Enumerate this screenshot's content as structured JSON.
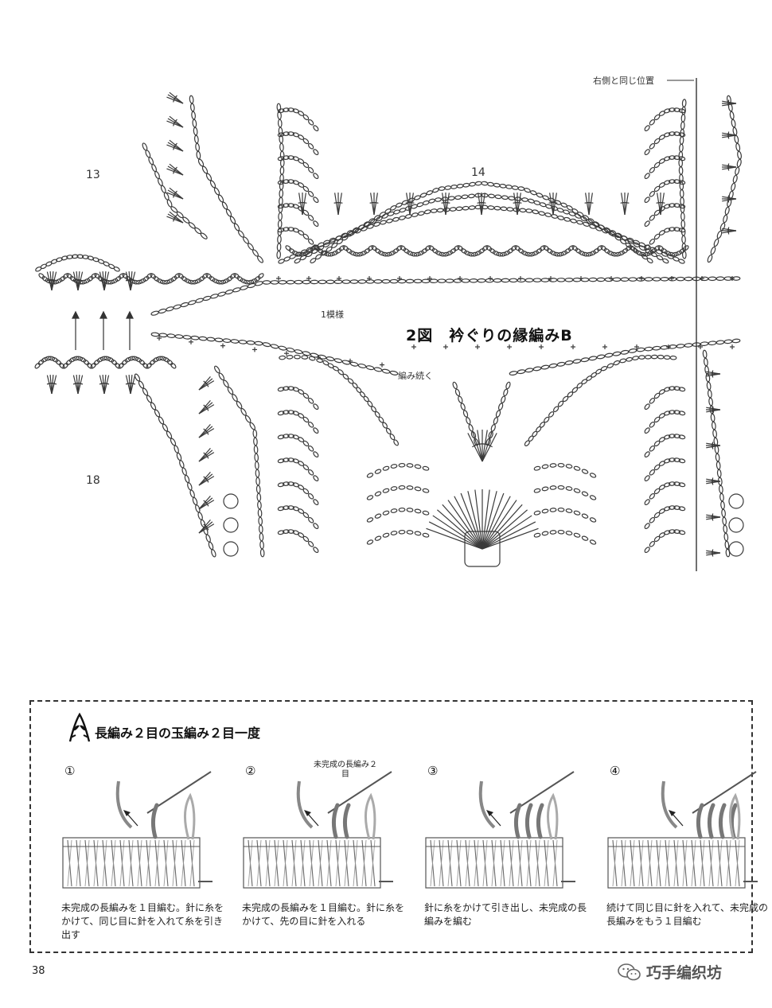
{
  "diagram": {
    "title": "2図　衿ぐりの縁編みB",
    "labels": {
      "section_13": "13",
      "section_14": "14",
      "section_18": "18",
      "one_repeat": "1模様",
      "same_as_right": "右側と同じ位置",
      "continue": "編み続く"
    }
  },
  "legend": {
    "heading": "長編み２目の玉編み２目一度",
    "steps": [
      {
        "number": "①",
        "caption": "未完成の長編みを１目編む。針に糸をかけて、同じ目に針を入れて糸を引き出す"
      },
      {
        "number": "②",
        "caption": "未完成の長編みを１目編む。針に糸をかけて、先の目に針を入れる",
        "annotation": "未完成の長編み２目"
      },
      {
        "number": "③",
        "caption": "針に糸をかけて引き出し、未完成の長編みを編む"
      },
      {
        "number": "④",
        "caption": "続けて同じ目に針を入れて、未完成の長編みをもう１目編む"
      }
    ]
  },
  "footer": {
    "page_number": "38",
    "watermark": "巧手编织坊"
  }
}
